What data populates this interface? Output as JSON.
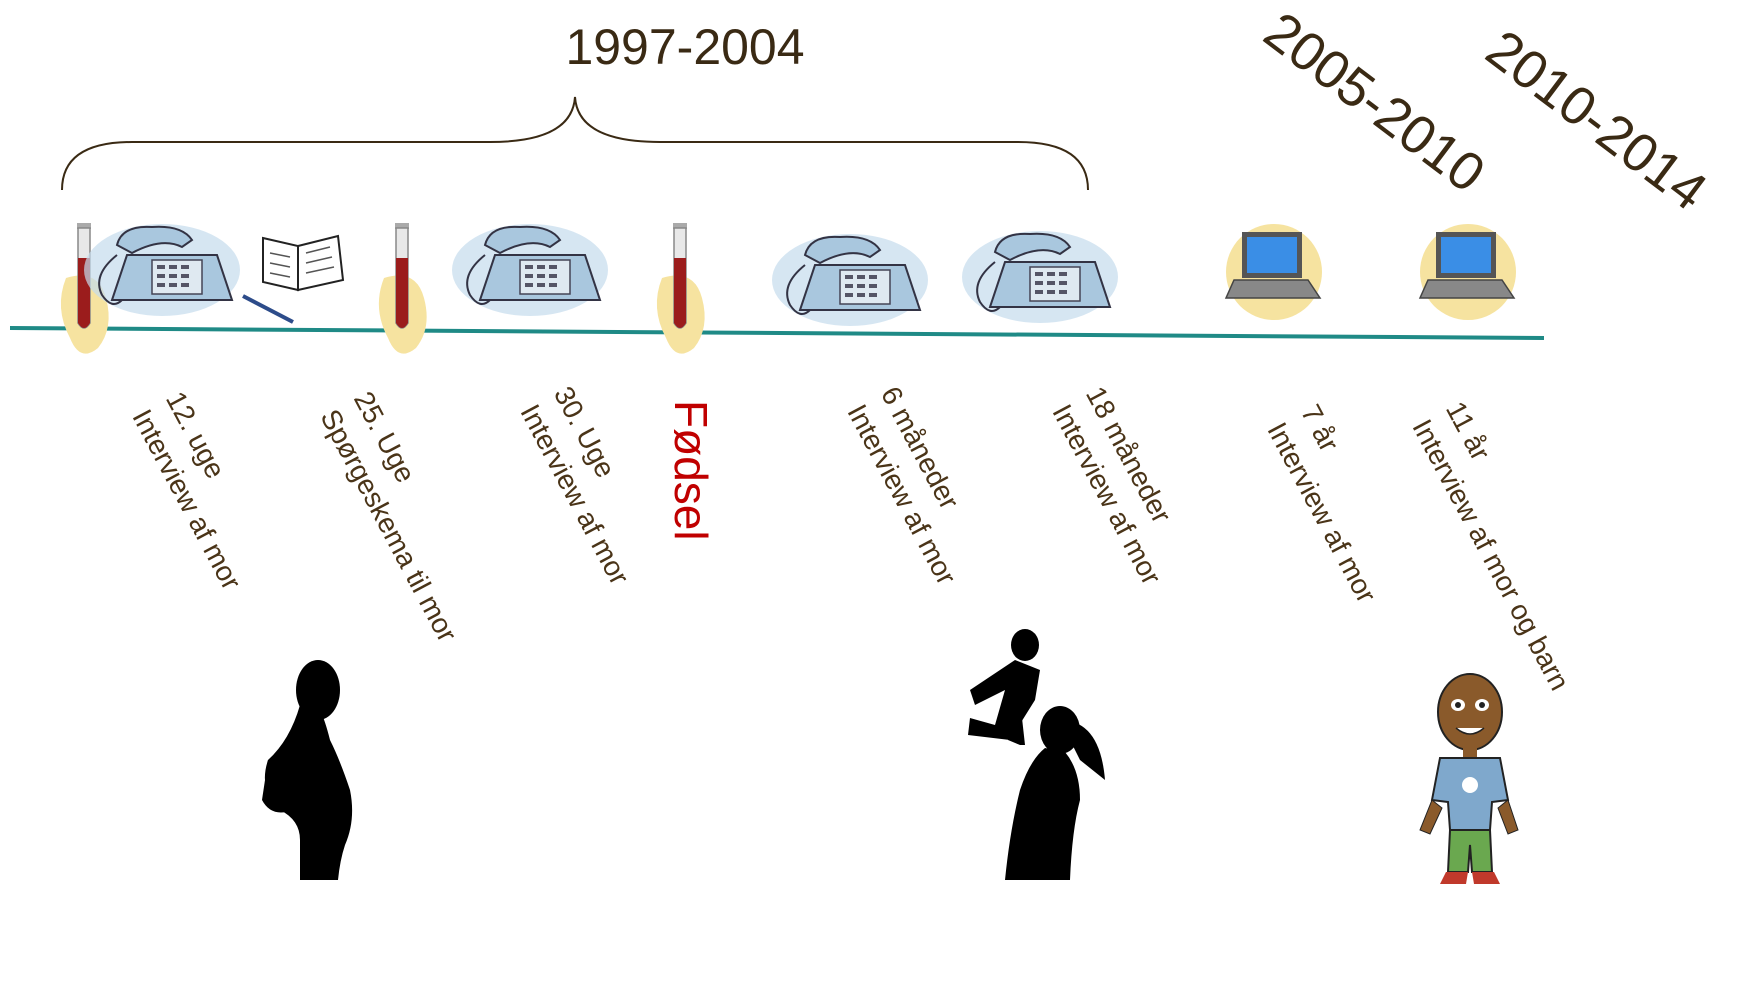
{
  "periods": {
    "bracket_title": "1997-2004",
    "second": "2005-2010",
    "third": "2010-2014"
  },
  "events": [
    {
      "line1": "12. uge",
      "line2": "Interview af mor"
    },
    {
      "line1": "25. Uge",
      "line2": "Spørgeskema til mor"
    },
    {
      "line1": "30. Uge",
      "line2": "Interview af mor"
    },
    {
      "line1": "6 måneder",
      "line2": "Interview af mor"
    },
    {
      "line1": "18 måneder",
      "line2": "Interview af mor"
    },
    {
      "line1": "7 år",
      "line2": "Interview af mor"
    },
    {
      "line1": "11 år",
      "line2": "Interview af mor og barn"
    }
  ],
  "birth": "Fødsel",
  "icons": [
    "test-tube-icon",
    "telephone-icon",
    "questionnaire-icon",
    "laptop-icon",
    "pregnant-silhouette",
    "mother-baby-silhouette",
    "boy-cartoon"
  ],
  "colors": {
    "timeline": "#1f8a86",
    "text": "#3a2a14",
    "birth": "#c00000"
  }
}
